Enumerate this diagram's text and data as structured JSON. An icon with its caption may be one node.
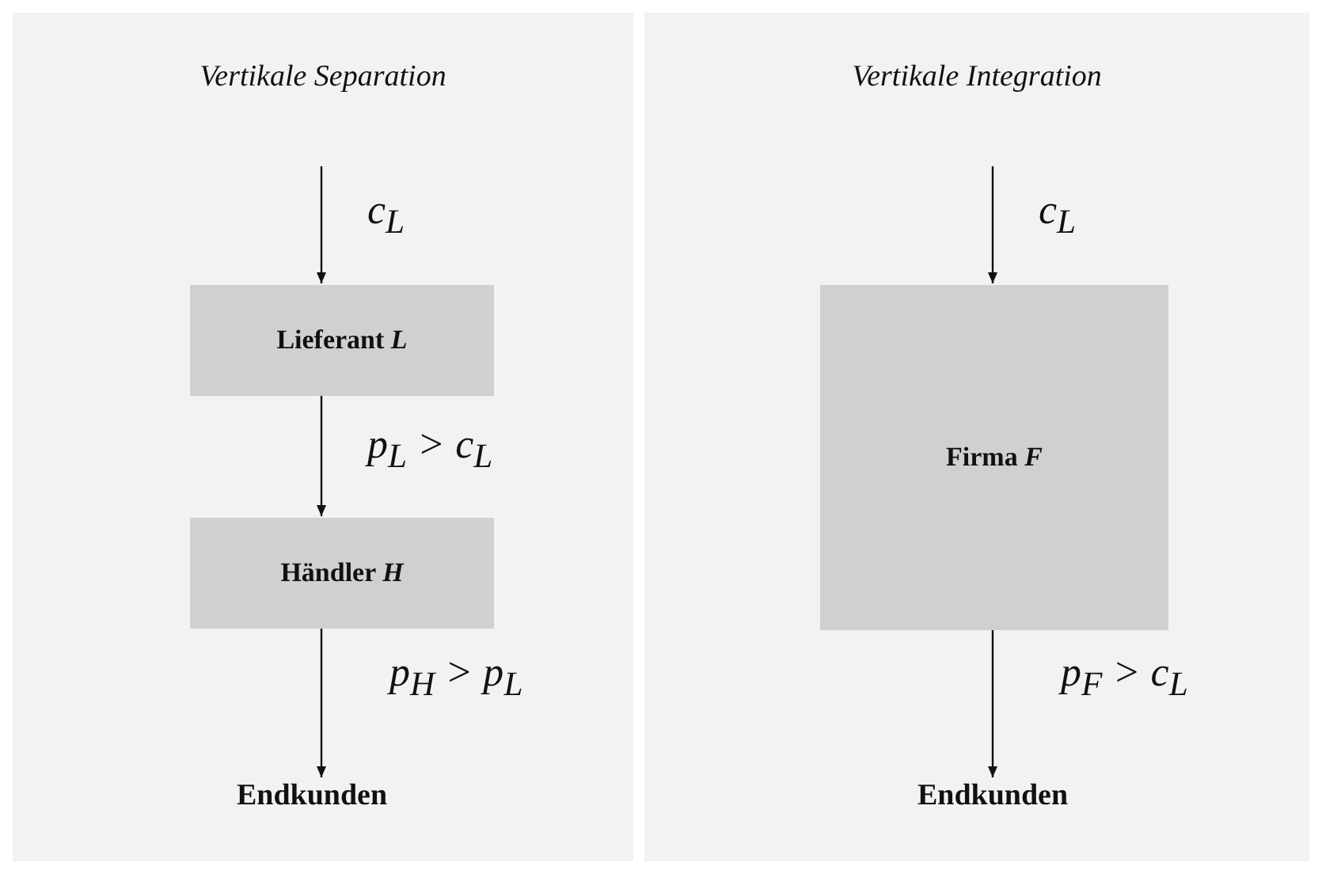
{
  "diagram": {
    "nodes": [
      {
        "text": [
          "Vertikale Separation"
        ]
      },
      {
        "text": [
          "Lieferant *L*"
        ],
        "in": 0
      },
      {
        "text": [
          "Händler *H*"
        ],
        "in": 0
      },
      {
        "text": [
          "Endkunden"
        ],
        "in": 0
      },
      {
        "text": [
          "Vertikale Integration"
        ]
      },
      {
        "text": [
          "Firma *F*"
        ],
        "in": 4
      },
      {
        "text": [
          "Endkunden"
        ],
        "in": 4
      }
    ],
    "edges": [
      {
        "from": null,
        "to": 1,
        "arrow": "to",
        "label": "c$_{L}$"
      },
      {
        "from": 1,
        "to": 2,
        "arrow": "to",
        "label": "p$_{L}$ > c$_{L}$"
      },
      {
        "from": 2,
        "to": 3,
        "arrow": "to",
        "label": "p$_{H}$ > p$_{L}$"
      },
      {
        "from": null,
        "to": 5,
        "arrow": "to",
        "label": "c$_{L}$"
      },
      {
        "from": 5,
        "to": 6,
        "arrow": "to",
        "label": "p$_{F}$ > c$_{L}$"
      }
    ]
  }
}
